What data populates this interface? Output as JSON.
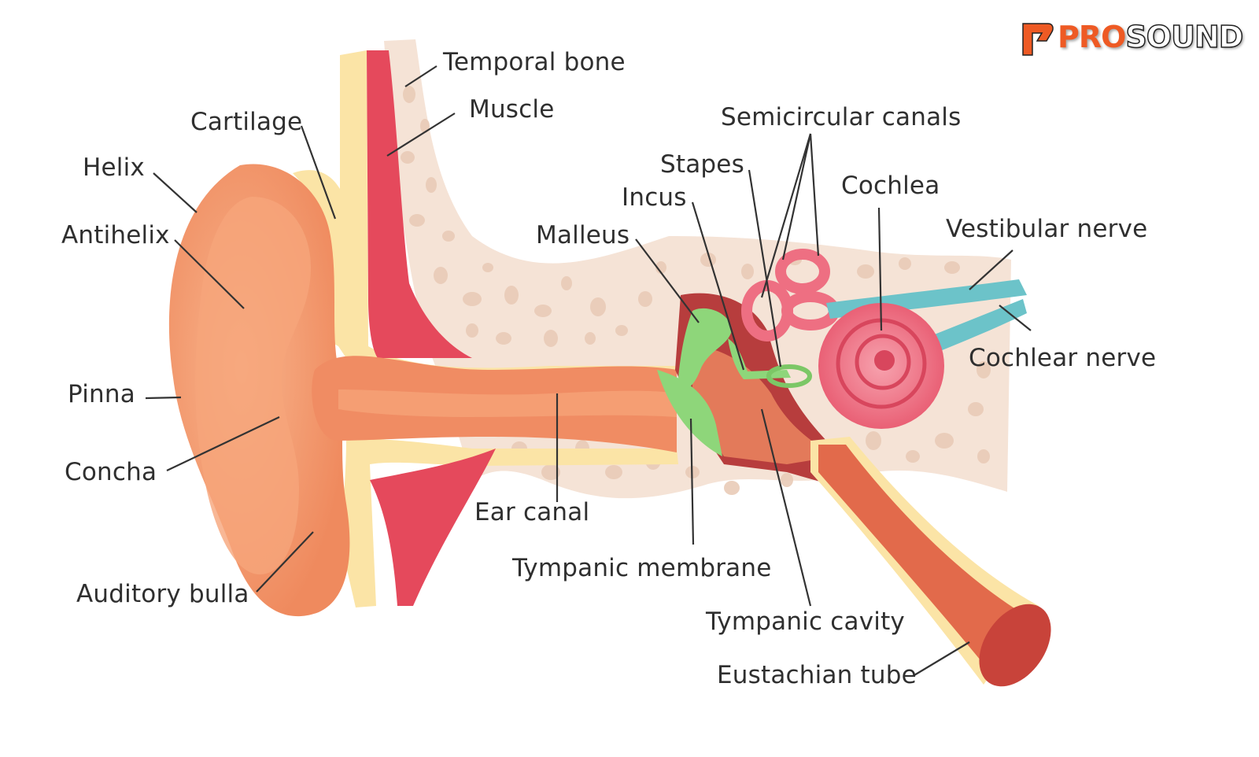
{
  "logo": {
    "part1": "PRO",
    "part2": "SOUND"
  },
  "labels": {
    "temporal_bone": "Temporal bone",
    "muscle": "Muscle",
    "cartilage": "Cartilage",
    "helix": "Helix",
    "antihelix": "Antihelix",
    "pinna": "Pinna",
    "concha": "Concha",
    "auditory_bulla": "Auditory bulla",
    "ear_canal": "Ear canal",
    "tympanic_membrane": "Tympanic membrane",
    "tympanic_cavity": "Tympanic cavity",
    "eustachian_tube": "Eustachian tube",
    "malleus": "Malleus",
    "incus": "Incus",
    "stapes": "Stapes",
    "semicircular_canals": "Semicircular canals",
    "cochlea": "Cochlea",
    "vestibular_nerve": "Vestibular nerve",
    "cochlear_nerve": "Cochlear nerve"
  },
  "colors": {
    "bone": "#f5e3d6",
    "bone_pore": "#e8cbb8",
    "skin": "#f2956a",
    "skin_light": "#f8b48c",
    "cartilage": "#fbe4a6",
    "muscle": "#e5495c",
    "ossicle": "#8ed67a",
    "cochlea": "#ee6f82",
    "nerve": "#6cc3c9",
    "leader": "#333333"
  }
}
